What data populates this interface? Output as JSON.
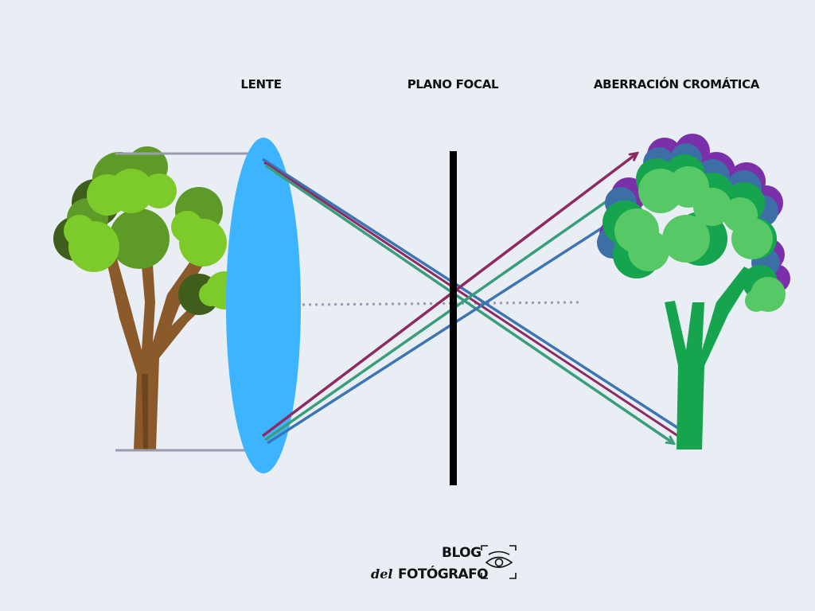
{
  "labels": {
    "lens": "LENTE",
    "focal_plane": "PLANO FOCAL",
    "aberration": "ABERRACIÓN CROMÁTICA"
  },
  "logo": {
    "line1": "BLOG",
    "line2_prefix": "del",
    "line2": "FOTÓGRAFO",
    "icon": "eye-camera-icon"
  },
  "colors": {
    "background": "#e9eef5",
    "lens": "#3db4ff",
    "focal_plane": "#000000",
    "ray_red": "#8e2a62",
    "ray_green": "#3a9e7c",
    "ray_blue": "#3d74b4",
    "incoming_ray": "#9a9aae",
    "axis": "#9a9aae",
    "tree_trunk": "#8a5a2b",
    "tree_foliage_light": "#7ccb2b",
    "tree_foliage_dark": "#5e9a28",
    "tree_foliage_shadow": "#3f5e1c",
    "aberration_purple": "#7b2fa8",
    "aberration_blue": "#3b6fa6",
    "aberration_green_dark": "#17a44e",
    "aberration_green_light": "#57c866"
  }
}
